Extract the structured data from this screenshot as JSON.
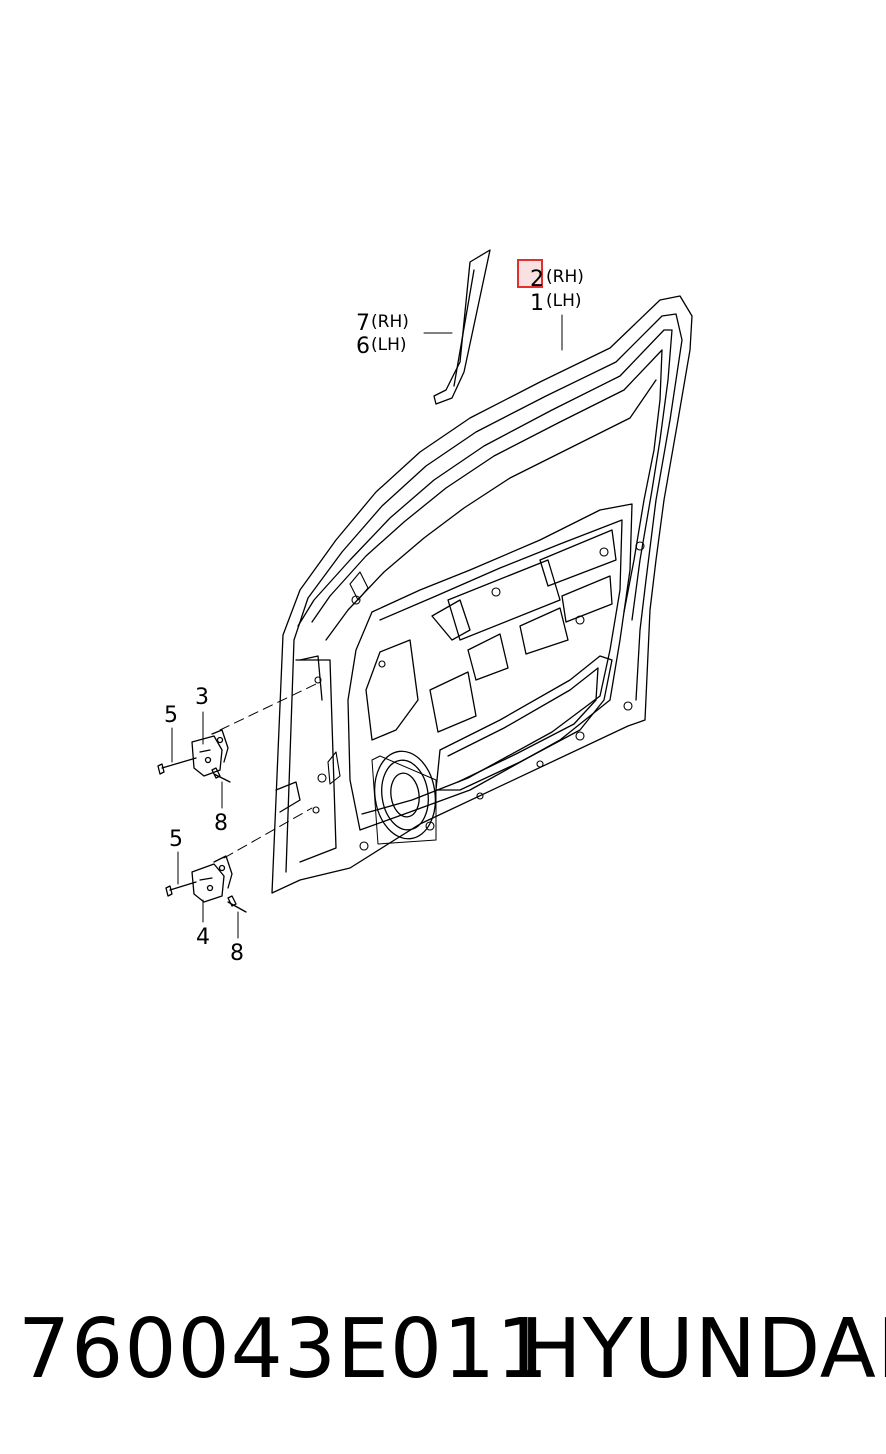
{
  "callouts": {
    "c7": {
      "num": "7",
      "side": "(RH)"
    },
    "c6": {
      "num": "6",
      "side": "(LH)"
    },
    "c2": {
      "num": "2",
      "side": "(RH)"
    },
    "c1": {
      "num": "1",
      "side": "(LH)"
    },
    "c3": {
      "num": "3"
    },
    "c5a": {
      "num": "5"
    },
    "c8a": {
      "num": "8"
    },
    "c5b": {
      "num": "5"
    },
    "c4": {
      "num": "4"
    },
    "c8b": {
      "num": "8"
    }
  },
  "highlight": {
    "color": "#e03030",
    "fill": "#f6c9c9",
    "target": "2"
  },
  "footer": {
    "part_number": "760043E011",
    "brand": "HYUNDAI"
  }
}
